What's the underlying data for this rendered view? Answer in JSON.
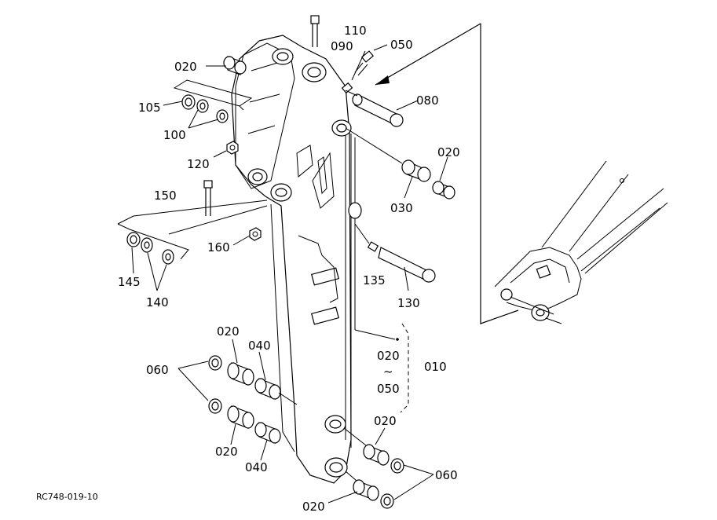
{
  "diagram": {
    "drawing_code": "RC748-019-10",
    "labels": {
      "l020_a": "020",
      "l105": "105",
      "l100": "100",
      "l120": "120",
      "l150": "150",
      "l160": "160",
      "l145": "145",
      "l140": "140",
      "l110": "110",
      "l090": "090",
      "l050": "050",
      "l080": "080",
      "l020_b": "020",
      "l030": "030",
      "l135": "135",
      "l130": "130",
      "l020_c": "020",
      "l040_a": "040",
      "l060_a": "060",
      "l020_d": "020",
      "l040_b": "040",
      "l020_range": "020",
      "l_tilde": "~",
      "l050_range": "050",
      "l010": "010",
      "l020_e": "020",
      "l060_b": "060",
      "l020_f": "020"
    }
  }
}
